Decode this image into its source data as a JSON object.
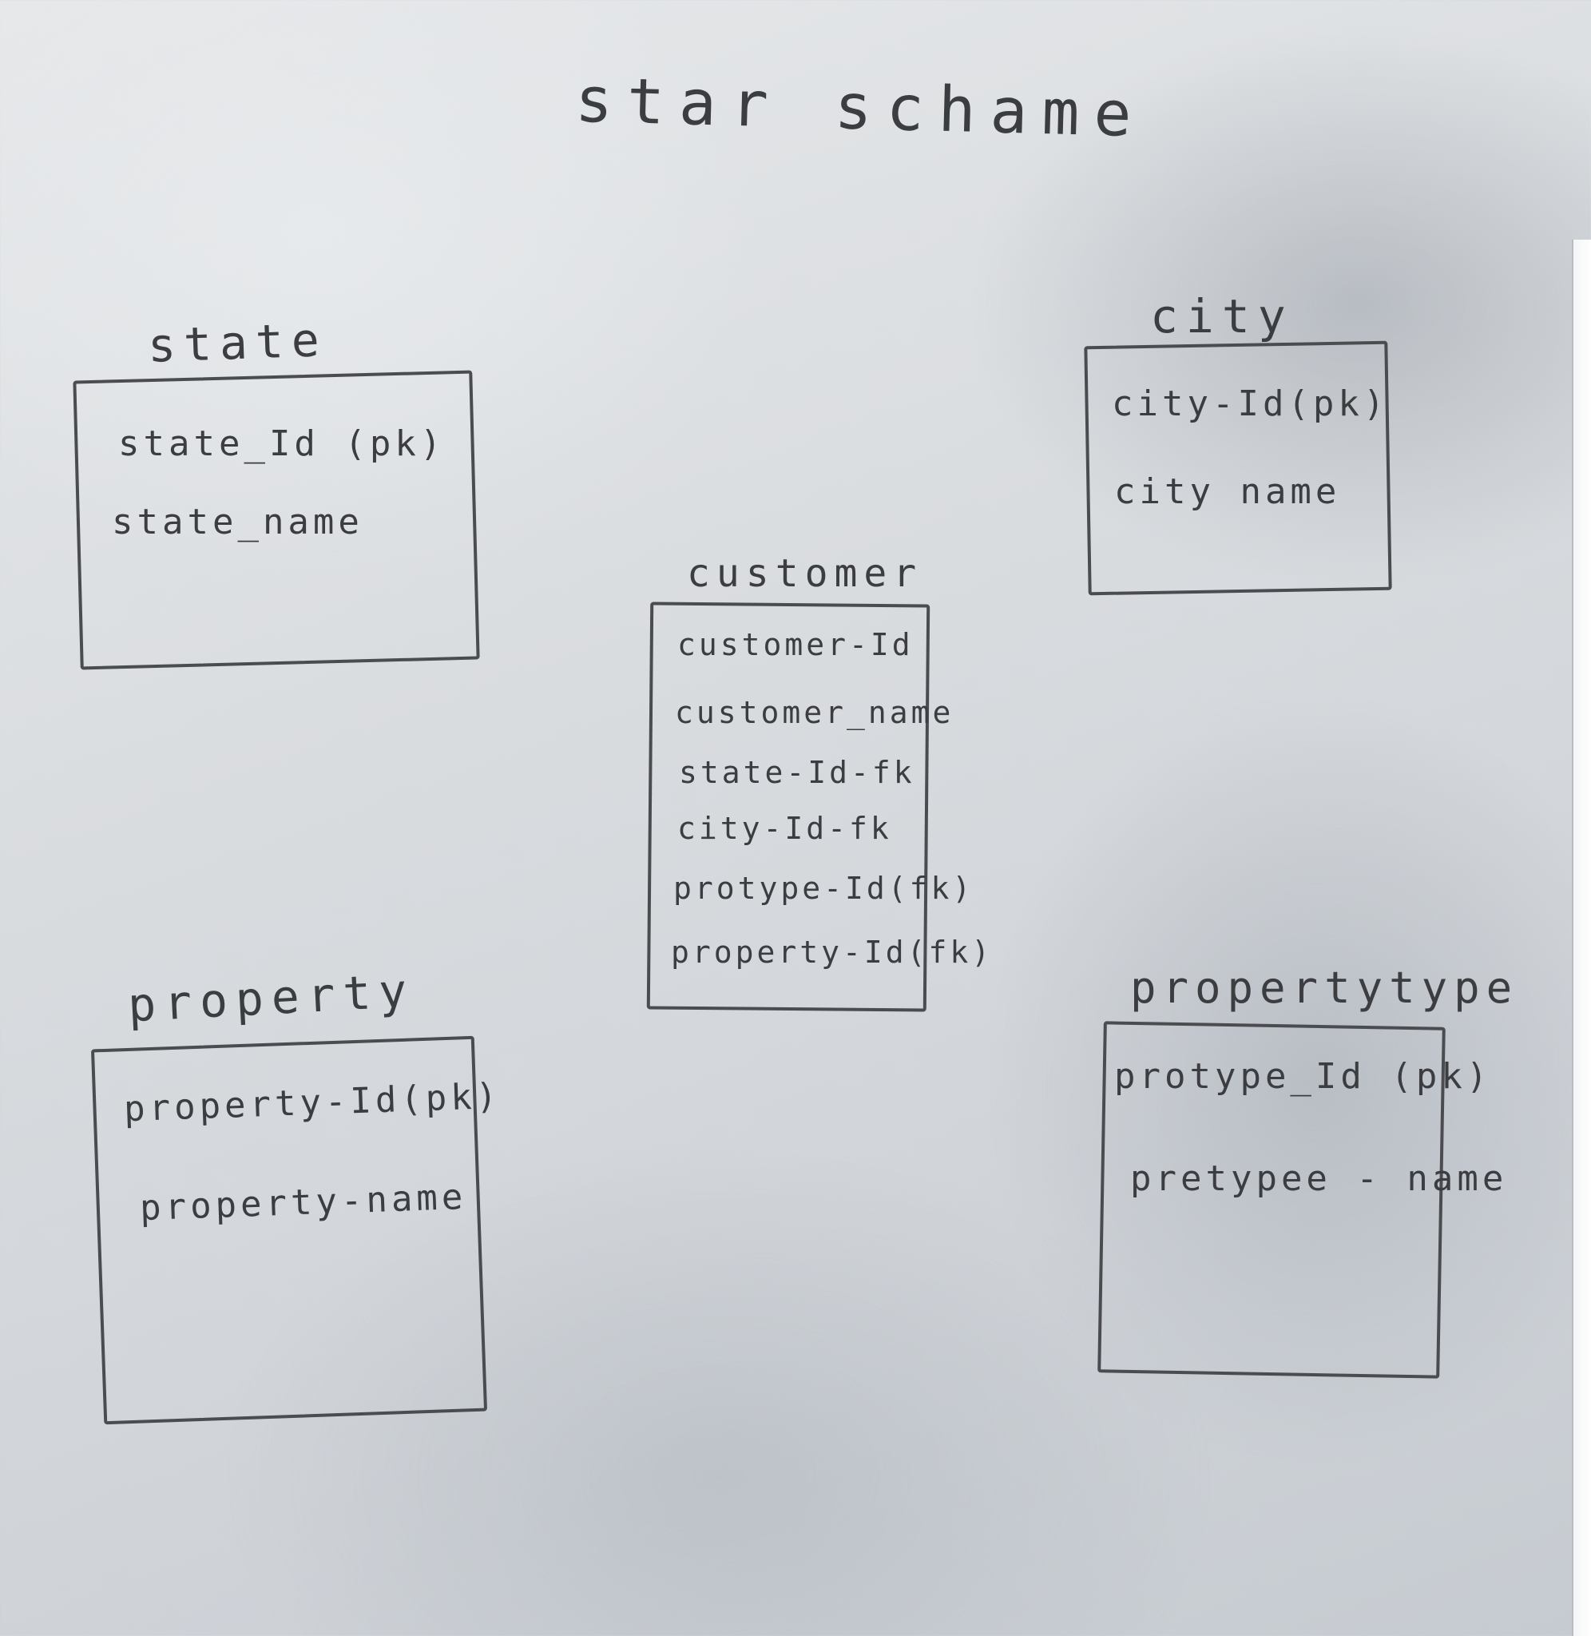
{
  "title": "star schame",
  "entities": {
    "state": {
      "label": "state",
      "fields": [
        "state_Id (pk)",
        "state_name"
      ]
    },
    "city": {
      "label": "city",
      "fields": [
        "city-Id(pk)",
        "city name"
      ]
    },
    "customer": {
      "label": "customer",
      "fields": [
        "customer-Id",
        "customer_name",
        "state-Id-fk",
        "city-Id-fk",
        "protype-Id(fk)",
        "property-Id(fk)"
      ]
    },
    "property": {
      "label": "property",
      "fields": [
        "property-Id(pk)",
        "property-name"
      ]
    },
    "propertytype": {
      "label": "propertytype",
      "fields": [
        "protype_Id (pk)",
        "pretypee - name"
      ]
    }
  }
}
